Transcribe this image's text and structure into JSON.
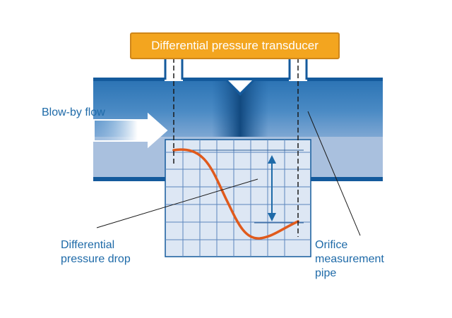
{
  "transducer_label": "Differential pressure transducer",
  "labels": {
    "blow_by_flow": "Blow-by flow",
    "differential_pressure_drop": [
      "Differential",
      "pressure drop"
    ],
    "orifice_measurement_pipe": [
      "Orifice",
      "measurement",
      "pipe"
    ]
  },
  "colors": {
    "pipe_dark": "#145a9c",
    "pipe_light": "#a9c0de",
    "transducer_fill": "#f3a51f",
    "curve": "#e05a1c",
    "arrow": "#1e6aa8",
    "text": "#1e6aa8"
  }
}
